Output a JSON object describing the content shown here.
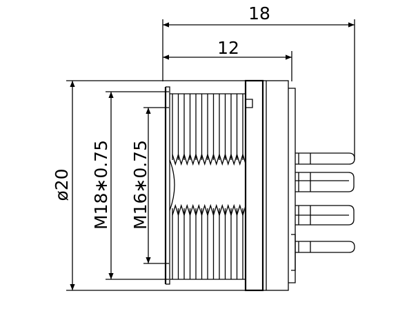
{
  "dimensions": {
    "overall_length": "18",
    "body_length": "12",
    "outer_diameter": "ø20",
    "outer_thread": "M18∗0.75",
    "inner_thread": "M16∗0.75"
  }
}
